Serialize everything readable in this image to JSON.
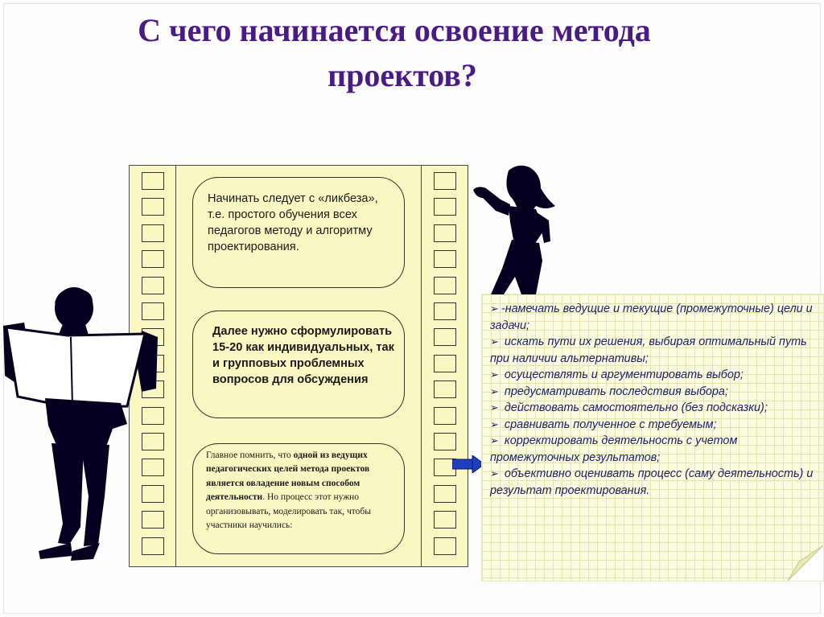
{
  "title": {
    "line1": "С чего начинается освоение метода",
    "line2": "проектов?"
  },
  "film": {
    "box1": "Начинать следует с «ликбеза», т.е. простого обучения всех педагогов методу и алгоритму проектирования.",
    "box2": "Далее нужно сформулировать 15-20 как индивидуальных, так и групповых проблемных вопросов для обсуждения",
    "box3": {
      "part1": "Главное помнить, что ",
      "bold": "одной из ведущих педагогических целей метода проектов является овладение новым способом деятельности",
      "part2": ". Но процесс этот нужно организовывать, моделировать так, чтобы участники научились:"
    }
  },
  "note": {
    "items": [
      "-намечать ведущие и текущие (промежуточные) цели и задачи;",
      " искать пути их решения, выбирая оптимальный путь  при наличии альтернативы;",
      " осуществлять и аргументировать выбор;",
      " предусматривать  последствия выбора;",
      "  действовать самостоятельно (без подсказки);",
      " сравнивать полученное с требуемым;",
      " корректировать деятельность с учетом промежуточных результатов;",
      "  объективно оценивать процесс (саму деятельность) и результат проектирования."
    ]
  },
  "icons": {
    "bullet": "arrow-bullet-icon",
    "pointer": "right-arrow-icon",
    "reader": "man-reading-newspaper-silhouette",
    "speaker": "woman-gesturing-silhouette"
  },
  "colors": {
    "title": "#4a1a86",
    "film_background": "#fbf7c2",
    "note_text": "#1e1e66",
    "arrow": "#1f3fbf"
  }
}
